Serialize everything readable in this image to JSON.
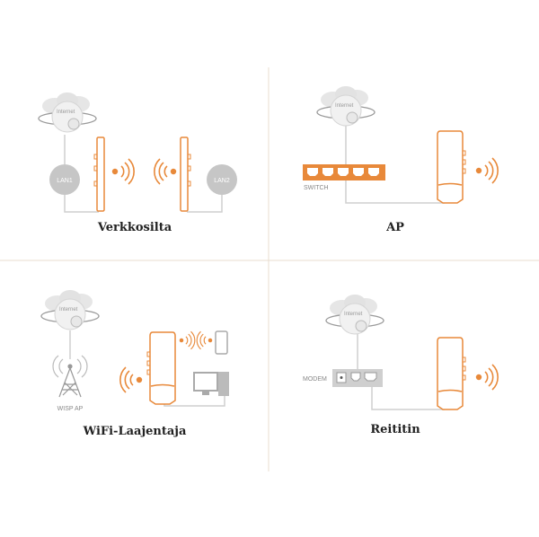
{
  "colors": {
    "accent": "#e8893a",
    "gray": "#c8c8c8",
    "divider": "#e9dccf"
  },
  "quadrants": [
    {
      "title": "Verkkosilta",
      "globe_label": "Internet",
      "lan1": "LAN1",
      "lan2": "LAN2"
    },
    {
      "title": "AP",
      "globe_label": "Internet",
      "switch_label": "SWITCH"
    },
    {
      "title": "WiFi-Laajentaja",
      "globe_label": "Internet",
      "tower_label": "WISP AP"
    },
    {
      "title": "Reititin",
      "globe_label": "Internet",
      "modem_label": "MODEM"
    }
  ]
}
